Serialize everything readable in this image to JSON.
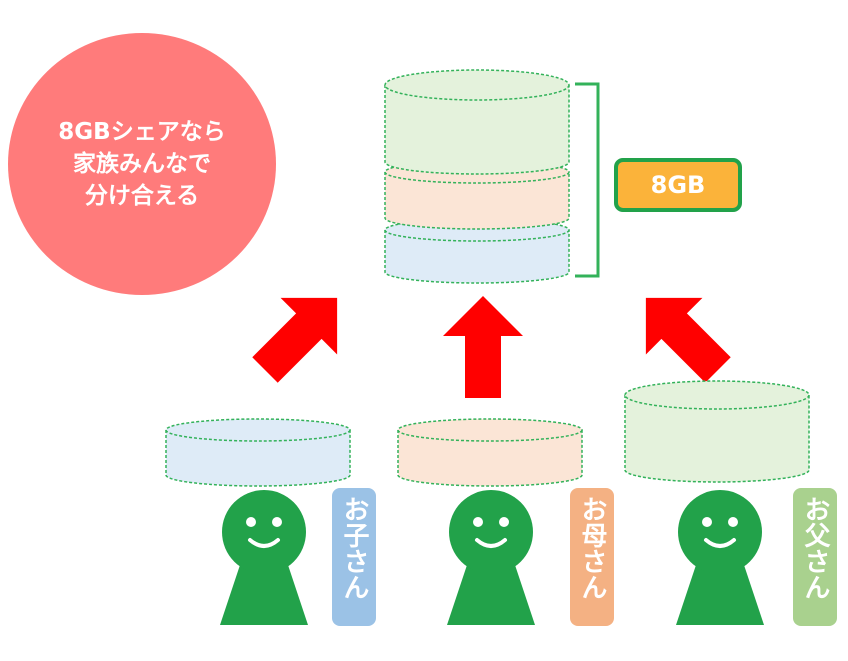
{
  "bubble": {
    "lines": [
      "8GBシェアなら",
      "家族みんなで",
      "分け合える"
    ],
    "color": "#ff7b7b"
  },
  "badge": {
    "text": "8GB",
    "fill": "#fbb33a",
    "border": "#22a24a"
  },
  "stack": {
    "layers": [
      {
        "owner": "father",
        "fill": "#e4f2dc",
        "stroke": "#33b25a"
      },
      {
        "owner": "mother",
        "fill": "#fbe5d6",
        "stroke": "#33b25a"
      },
      {
        "owner": "child",
        "fill": "#deebf7",
        "stroke": "#33b25a"
      }
    ],
    "bracket_color": "#33b25a"
  },
  "people": [
    {
      "id": "child",
      "label": "お子さん",
      "label_color": "#9bc2e6",
      "disk_fill": "#deebf7"
    },
    {
      "id": "mother",
      "label": "お母さん",
      "label_color": "#f4b183",
      "disk_fill": "#fbe5d6"
    },
    {
      "id": "father",
      "label": "お父さん",
      "label_color": "#a9d18e",
      "disk_fill": "#e4f2dc"
    }
  ],
  "figure_color": "#22a24a",
  "arrow_color": "#ff0000"
}
